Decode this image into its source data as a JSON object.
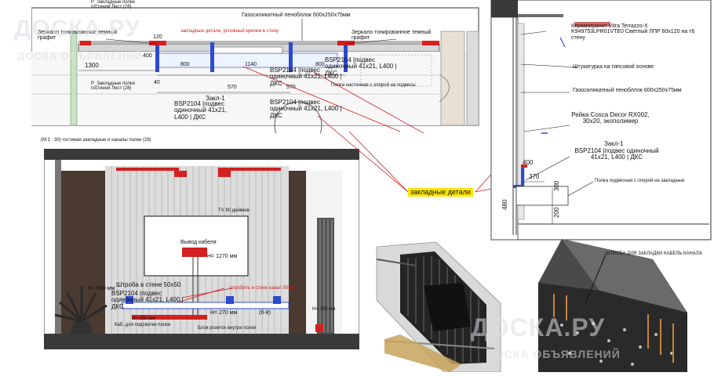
{
  "watermark": {
    "brand": "ДОСКА.РУ",
    "tag": "ДОСКА ОБЪЯВЛЕНИЙ"
  },
  "plan": {
    "top_label": "Газосиликатный пенобллок 600х250х75мм",
    "mirror_left": "Зеркало тонированное темный графит",
    "mirror_right": "Зеркало тонированное темный графит",
    "mortgage_note": "закладные детали, условный крепеж в стену",
    "mortgage_top": "Р_Закладные полки гостиной Лист (28)",
    "mortgage_bottom": "Р_Закладные полки гостиной Лист (28)",
    "dim_120": "120",
    "dim_400": "400",
    "dim_40": "40",
    "dim_1300": "1300",
    "dim_800a": "800",
    "dim_1140": "1140",
    "dim_800b": "800",
    "dim_570a": "570",
    "dim_570b": "570",
    "bsp_a": "BSP2104 |подвес одиночный 41х21, L400 | ДКС",
    "bsp_b": "BSP2104 |подвес одиночный 41х21, L400 | ДКС",
    "bsp_c": "BSP2104 |подвес одиночный 41х21, L400 | ДКС",
    "bsp_d": "BSP2104 |подвес одиночный 41х21, L400 | ДКС",
    "zakl1": "Закл-1",
    "shelf_note": "Полка настенная с опорой на подвесы"
  },
  "elevation": {
    "title": "(М:1 : 30) гостиная закладные и каналы полки (28)",
    "tv": "TV 80 дюймов",
    "cable": "Вывод кабеля",
    "h1270": "Н= 1270 мм",
    "channel": "Штроба в стене 50х50",
    "bsp": "BSP2104 |подвес одиночный 41х21, L400 | ДКС",
    "h650": "Н= 650 мм",
    "h250": "Н= 250 мм",
    "h270": "Н= 270 мм",
    "h150": "Н= 150 мм",
    "ventilation": "Каб. для подсветки полки",
    "sockets": "Блок розеток внутри полки",
    "channel_note": "штробить в стене канал 50мм",
    "mark": "(б-8)"
  },
  "callout": "закладные детали",
  "section": {
    "ceramic": "Керамогранит Vitra Terrazzo-X K949753LPR01VTE0 Светлый ЛПР 60х120 на т6 стену",
    "plaster": "Штукатурка на гипсовой основе",
    "gas_block": "Газосиликатный пенобллок 600х250х75мм",
    "rail": "Рейка Cosca Decor RX002, 30х20, экополимер",
    "zakl1": "Закл-1",
    "bsp": "BSP2104 |подвес одиночный 41х21, L400 | ДКС",
    "shelf": "Полка подвесная с опорой на закладные",
    "dim_400": "400",
    "dim_370": "370",
    "dim_300": "300",
    "dim_200": "200",
    "dim_480": "480",
    "channel": "ШТРОБА ДЛЯ ЗАКЛАДКИ КАБЕЛЬ КАНАЛА"
  }
}
